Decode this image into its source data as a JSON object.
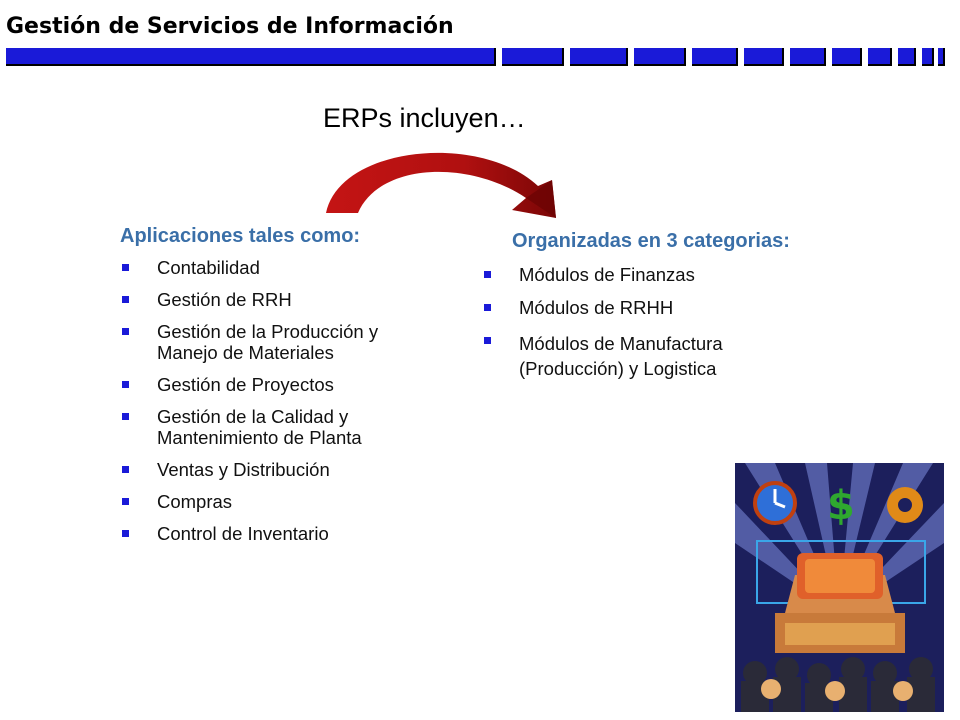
{
  "header": {
    "title": "Gestión de Servicios de Información"
  },
  "slide": {
    "title": "ERPs incluyen…"
  },
  "left_column": {
    "heading": "Aplicaciones tales como:",
    "items": [
      {
        "line1": "Contabilidad"
      },
      {
        "line1": "Gestión de RRH"
      },
      {
        "line1": "Gestión de la Producción y",
        "line2": "Manejo de Materiales"
      },
      {
        "line1": "Gestión de Proyectos"
      },
      {
        "line1": "Gestión de la Calidad y",
        "line2": "Mantenimiento de Planta"
      },
      {
        "line1": "Ventas y Distribución"
      },
      {
        "line1": "Compras"
      },
      {
        "line1": "Control de Inventario"
      }
    ]
  },
  "right_column": {
    "heading": "Organizadas en 3 categorias:",
    "items": [
      {
        "line1": "Módulos de Finanzas"
      },
      {
        "line1": "Módulos de RRHH"
      },
      {
        "line1": "Módulos de Manufactura",
        "line2": "(Producción) y Logistica"
      }
    ]
  },
  "colors": {
    "band": "#1a1ad8",
    "heading": "#3a6fa8",
    "arrow": "#b01010",
    "bullet": "#1a1ad8"
  },
  "icons": {
    "bullet": "square-bullet-icon",
    "arrow": "curved-arrow-icon",
    "clipart": "business-illustration"
  }
}
